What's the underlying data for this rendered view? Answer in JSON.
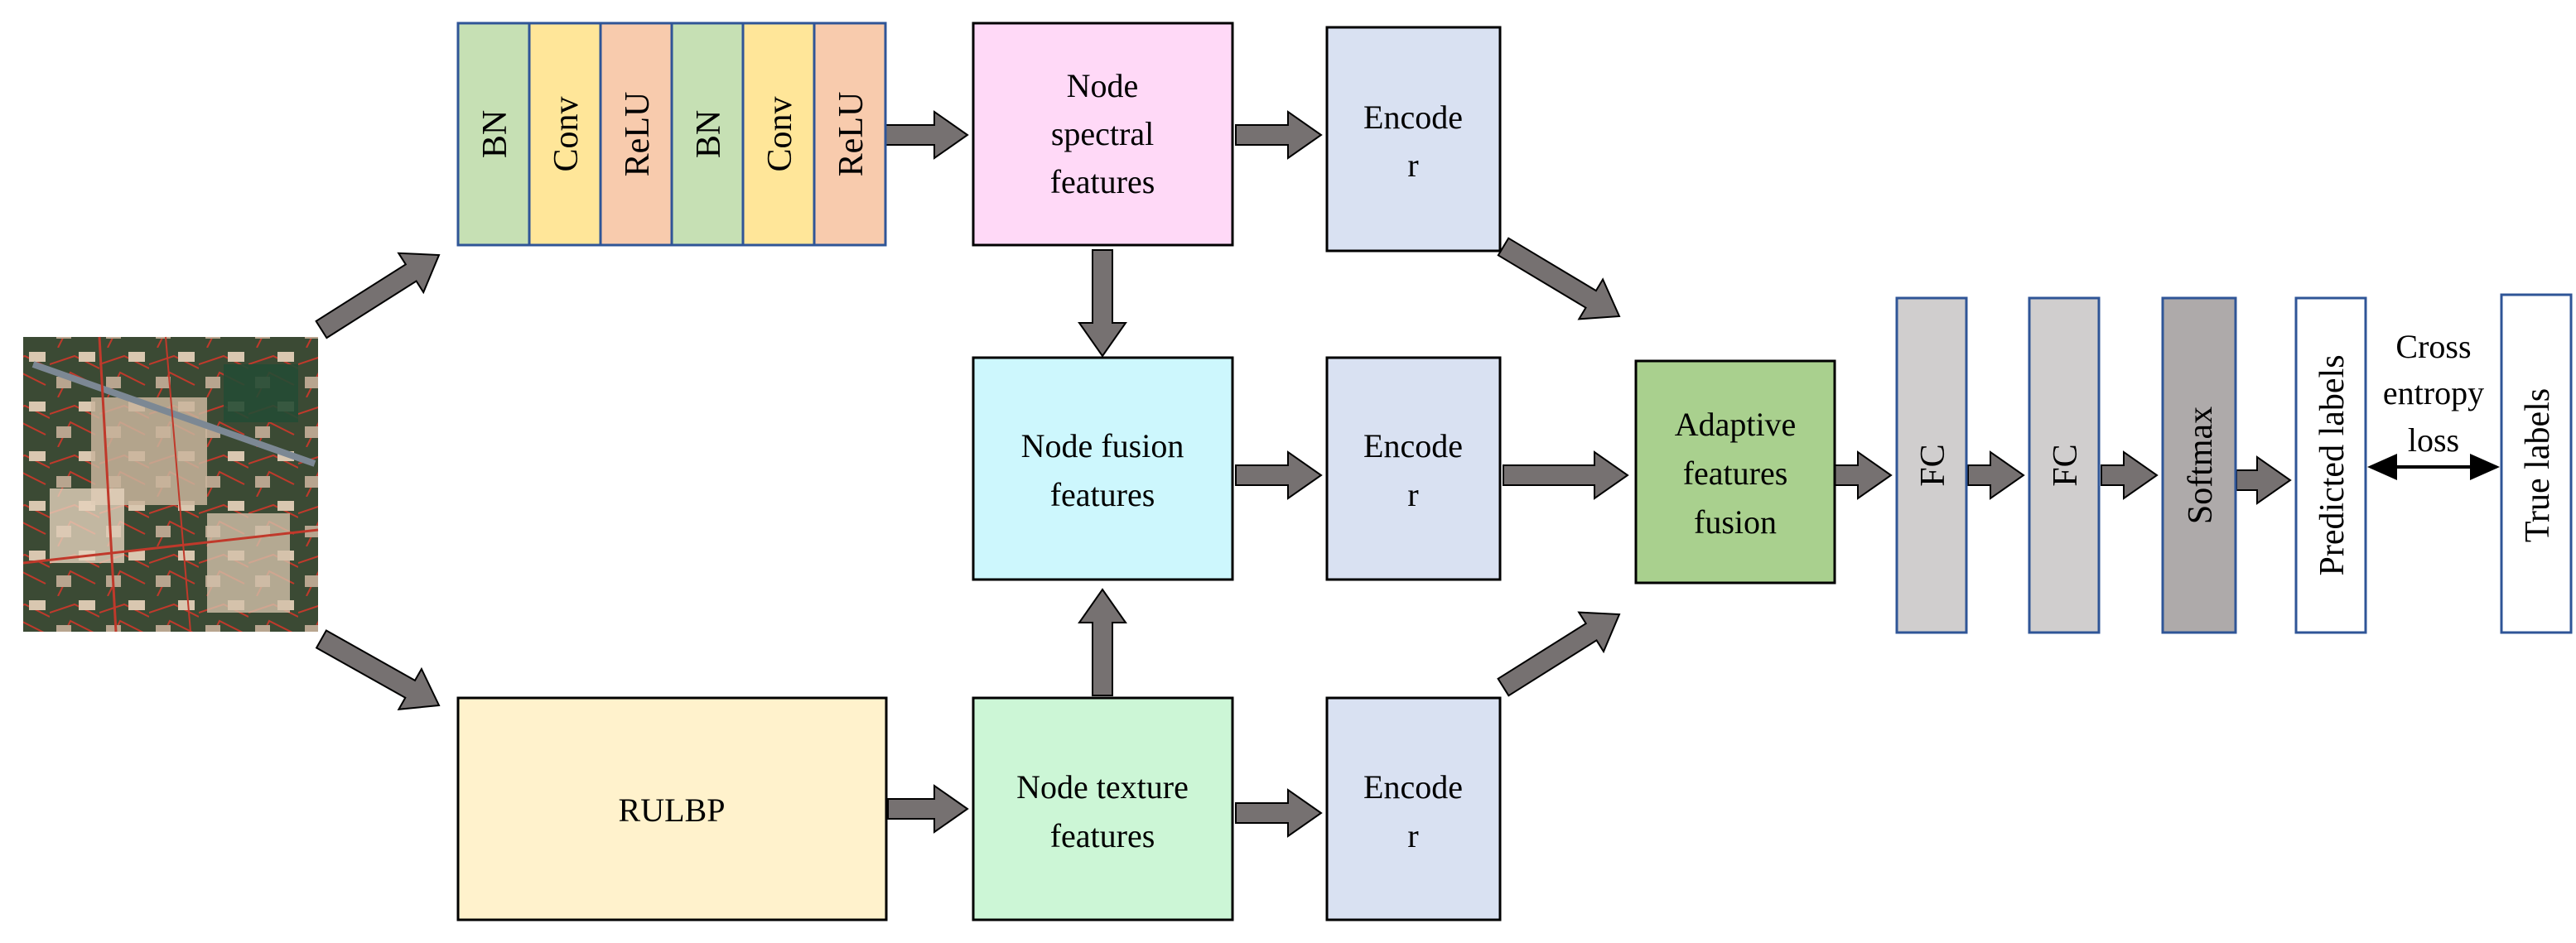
{
  "input_image": {
    "icon": "hyperspectral-image-icon"
  },
  "spectral_branch": {
    "layers": [
      "BN",
      "Conv",
      "ReLU",
      "BN",
      "Conv",
      "ReLU"
    ]
  },
  "texture_branch": {
    "rulbp_label": "RULBP"
  },
  "nodes": {
    "spectral": [
      "Node",
      "spectral",
      "features"
    ],
    "fusion": [
      "Node fusion",
      "features"
    ],
    "texture": [
      "Node texture",
      "features"
    ]
  },
  "encoders": {
    "top": [
      "Encode",
      "r"
    ],
    "mid": [
      "Encode",
      "r"
    ],
    "bottom": [
      "Encode",
      "r"
    ]
  },
  "adaptive_fusion": [
    "Adaptive",
    "features",
    "fusion"
  ],
  "classifier": {
    "fc1": "FC",
    "fc2": "FC",
    "softmax": "Softmax",
    "predicted": "Predicted labels",
    "true": "True labels",
    "loss": [
      "Cross",
      "entropy",
      "loss"
    ]
  },
  "colors": {
    "bn": "#c6e0b4",
    "conv": "#ffe699",
    "relu": "#f8cbad",
    "node_spectral": "#ffd9f7",
    "node_fusion": "#cdf7fd",
    "node_texture": "#ccf6d6",
    "encoder": "#d9e1f2",
    "rulbp": "#fff2cc",
    "adaptive": "#a9d08e",
    "fc": "#d0cece",
    "softmax": "#aeaaaa",
    "arrow": "#767171",
    "border_blue": "#2f5597"
  }
}
